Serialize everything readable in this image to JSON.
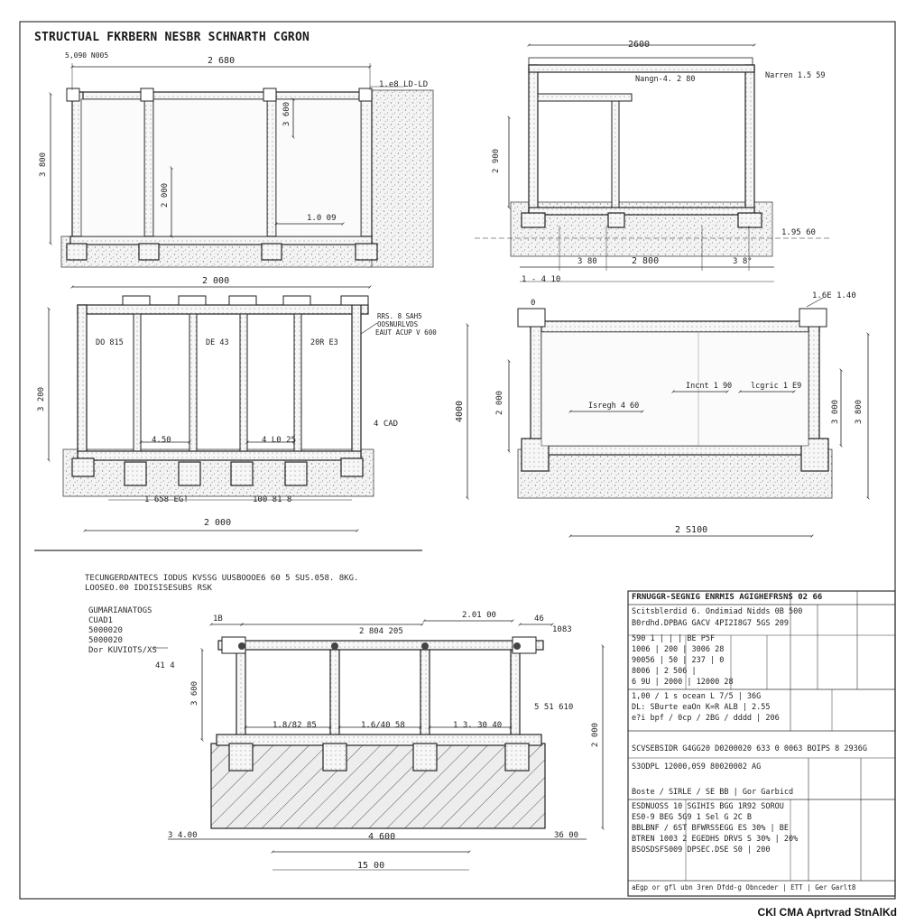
{
  "sheet": {
    "title": "STRUCTUAL FKRBERN NESBR SCHNARTH  CGRON",
    "approval": "CKl CMA Aprtvrad StnAlKd"
  },
  "views": {
    "top_left": {
      "labels": [
        "5,090 N005",
        "2 680",
        "1.e8 LD-LD",
        "3 600",
        "2 000",
        "1.0 09",
        "3 800"
      ]
    },
    "top_right": {
      "labels": [
        "2600",
        "Nangn-4. 2 80",
        "Narren 1.5 59",
        "2 900",
        "1.95 60",
        "3 80",
        "2 800",
        "3 8°",
        "1 - 4 10"
      ]
    },
    "mid_left": {
      "labels": [
        "2 000",
        "RRS. 8 SAH5",
        "OOSNURLVDS",
        "EAUT ACUP V 600",
        "DO 815",
        "DE 43",
        "20R E3",
        "3 200",
        "4.50",
        "4 L0 25",
        "4 CAD",
        "1 658 EG!",
        "100 81 8",
        "2 000"
      ]
    },
    "mid_right": {
      "labels": [
        "0",
        "1.6E 1.40",
        "Incnt 1 90",
        "lcgric 1 E9",
        "Isregh 4 60",
        "4000",
        "2 000",
        "3 000",
        "3 800",
        "2 S100"
      ]
    },
    "bottom_left": {
      "header": [
        "TECUNGERDANTECS IODUS KVSSG UUSBOOOE6 60 5 SUS.058. 8KG.",
        "LOOSEO.00 IDOISISESUBS RSK"
      ],
      "notes": [
        "GUMARIANATOGS",
        "CUAD1",
        "5000020",
        "5000020",
        "Dor KUVIOTS/XS"
      ],
      "labels": [
        "1B",
        "2 804 205",
        "2.01 00",
        "46",
        "1083",
        "41 4",
        "3 600",
        "5 51 610",
        "1.8/82 85",
        "1.6/40 58",
        "1 3. 30 40",
        "2 000",
        "3 4.00",
        "4 600",
        "36 00",
        "15 00"
      ]
    }
  },
  "title_block": {
    "rows": [
      "FRNUGGR-SEGNIG ENRMIS   AGIGHEFRSNS   02  66",
      "Scitsblerdid 6. Ondimiad  Nidds   0B  500",
      "B0rdhd.DPBAG  GACV  4PI2I8G7  5GS  209",
      "590  1  |   |   |   BE  P5F",
      "1006  |  200  |  3006   28",
      "90056  |  50  |  237  |  0",
      "8006  |  2 506  |   ",
      "6 9U  |  2000  |  12000   28",
      "1,00 / 1 s  ocean L  7/5  |  36G",
      "DL: SBurte eaOn  K=R  ALB  |  2.55",
      "e?i bpf  / 0cp / 2BG / dddd  |  206",
      "SCVSEBSIDR G4GG20  D0200020 633  0 0063  BOIPS  8  2936G",
      "S3ODPL  12000,0S9  80020002    AG",
      "Boste / SIRLE / SE   BB  |  Gor Garbicd",
      "ESDNUOSS  10 SGIHIS  BGG  1R92  SOROU",
      "ES0-9 BEG  5G9  1  Sel G  2C  B",
      "BBLBNF / 6ST  BFWRSSEGG  ES  30%  |  BE",
      "BTREN 1003 2  EGEDHS DRVS  S  30%   |   20%",
      "BSOSDSFS009  DPSEC.DSE  S0   |   200",
      "aEgp  or gfl  ubn  3ren  Dfdd-g  Obnceder  |  ETT  |  Ger  Garlt8"
    ]
  }
}
